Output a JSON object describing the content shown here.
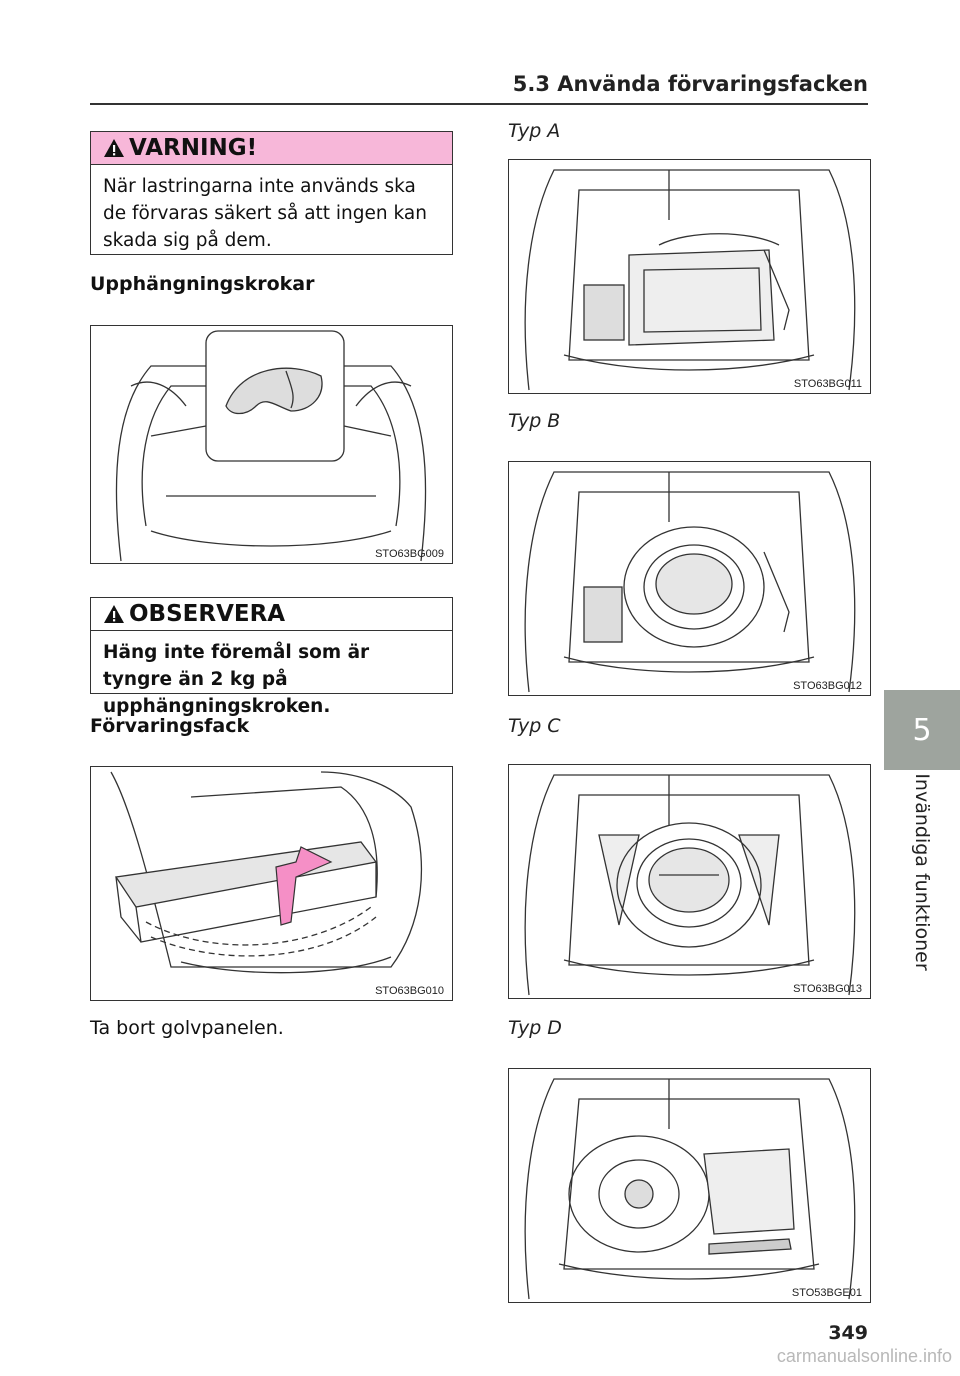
{
  "header": {
    "section_title": "5.3  Använda förvaringsfacken"
  },
  "side_tab": {
    "chapter_number": "5",
    "chapter_title": "Invändiga funktioner"
  },
  "warning": {
    "title": "VARNING!",
    "text": "När lastringarna inte används ska de förvaras säkert så att ingen kan skada sig på dem.",
    "head_color": "#f7b7d9"
  },
  "hooks": {
    "heading": "Upphängningskrokar",
    "figure_code": "STO63BG009"
  },
  "notice": {
    "title": "OBSERVERA",
    "text": "Häng inte föremål som är tyngre än 2 kg på upphängningskroken."
  },
  "storage": {
    "heading": "Förvaringsfack",
    "figure_code": "STO63BG010",
    "caption": "Ta bort golvpanelen.",
    "arrow_color": "#f58fc6"
  },
  "types": [
    {
      "label": "Typ A",
      "figure_code": "STO63BG011"
    },
    {
      "label": "Typ B",
      "figure_code": "STO63BG012"
    },
    {
      "label": "Typ C",
      "figure_code": "STO63BG013"
    },
    {
      "label": "Typ D",
      "figure_code": "STO53BGE01"
    }
  ],
  "footer": {
    "page_number": "349",
    "watermark": "carmanualsonline.info"
  }
}
